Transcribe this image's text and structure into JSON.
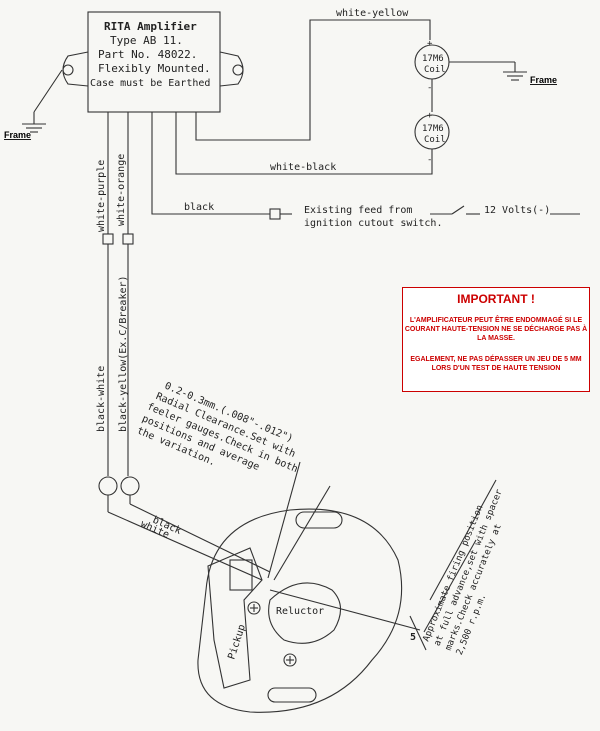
{
  "amplifier": {
    "line1": "RITA Amplifier",
    "line2": "Type AB 11.",
    "line3": "Part No. 48022.",
    "line4": "Flexibly Mounted.",
    "line5": "Case must be Earthed"
  },
  "coil_top": {
    "name": "17M6",
    "sub": "Coil"
  },
  "coil_bottom": {
    "name": "17M6",
    "sub": "Coil"
  },
  "frame_left": "Frame",
  "frame_right": "Frame",
  "wires": {
    "white_yellow": "white-yellow",
    "white_black": "white-black",
    "black": "black",
    "white_purple": "white-purple",
    "white_orange": "white-orange",
    "black_white": "black-white",
    "black_yellow": "black-yellow(Ex.C/Breaker)",
    "black_lower": "black",
    "white_lower": "white"
  },
  "feed": {
    "line1": "Existing feed from",
    "line2": "ignition cutout switch.",
    "volts": "12 Volts(-)"
  },
  "clearance": {
    "line1": "0.2-0.3mm.(.008\"-.012\")",
    "line2": "Radial Clearance.Set with",
    "line3": "feeler gauges.Check in both",
    "line4": "positions and average",
    "line5": "the variation."
  },
  "firing": {
    "line1": "Approximate firing position",
    "line2": "at full advance,set with spacer",
    "line3": "marks.Check accurately at",
    "line4": "2,500 r.p.m."
  },
  "parts": {
    "reluctor": "Reluctor",
    "pickup": "Pickup",
    "mark": "5"
  },
  "note": {
    "title": "IMPORTANT !",
    "para1": "L'AMPLIFICATEUR PEUT ÊTRE ENDOMMAGÉ SI LE COURANT HAUTE-TENSION NE SE DÉCHARGE PAS À LA MASSE.",
    "para2": "EGALEMENT, NE PAS DÉPASSER UN JEU DE 5 MM LORS D'UN TEST DE HAUTE TENSION"
  },
  "colors": {
    "ink": "#222222",
    "warning": "#cc0000"
  }
}
